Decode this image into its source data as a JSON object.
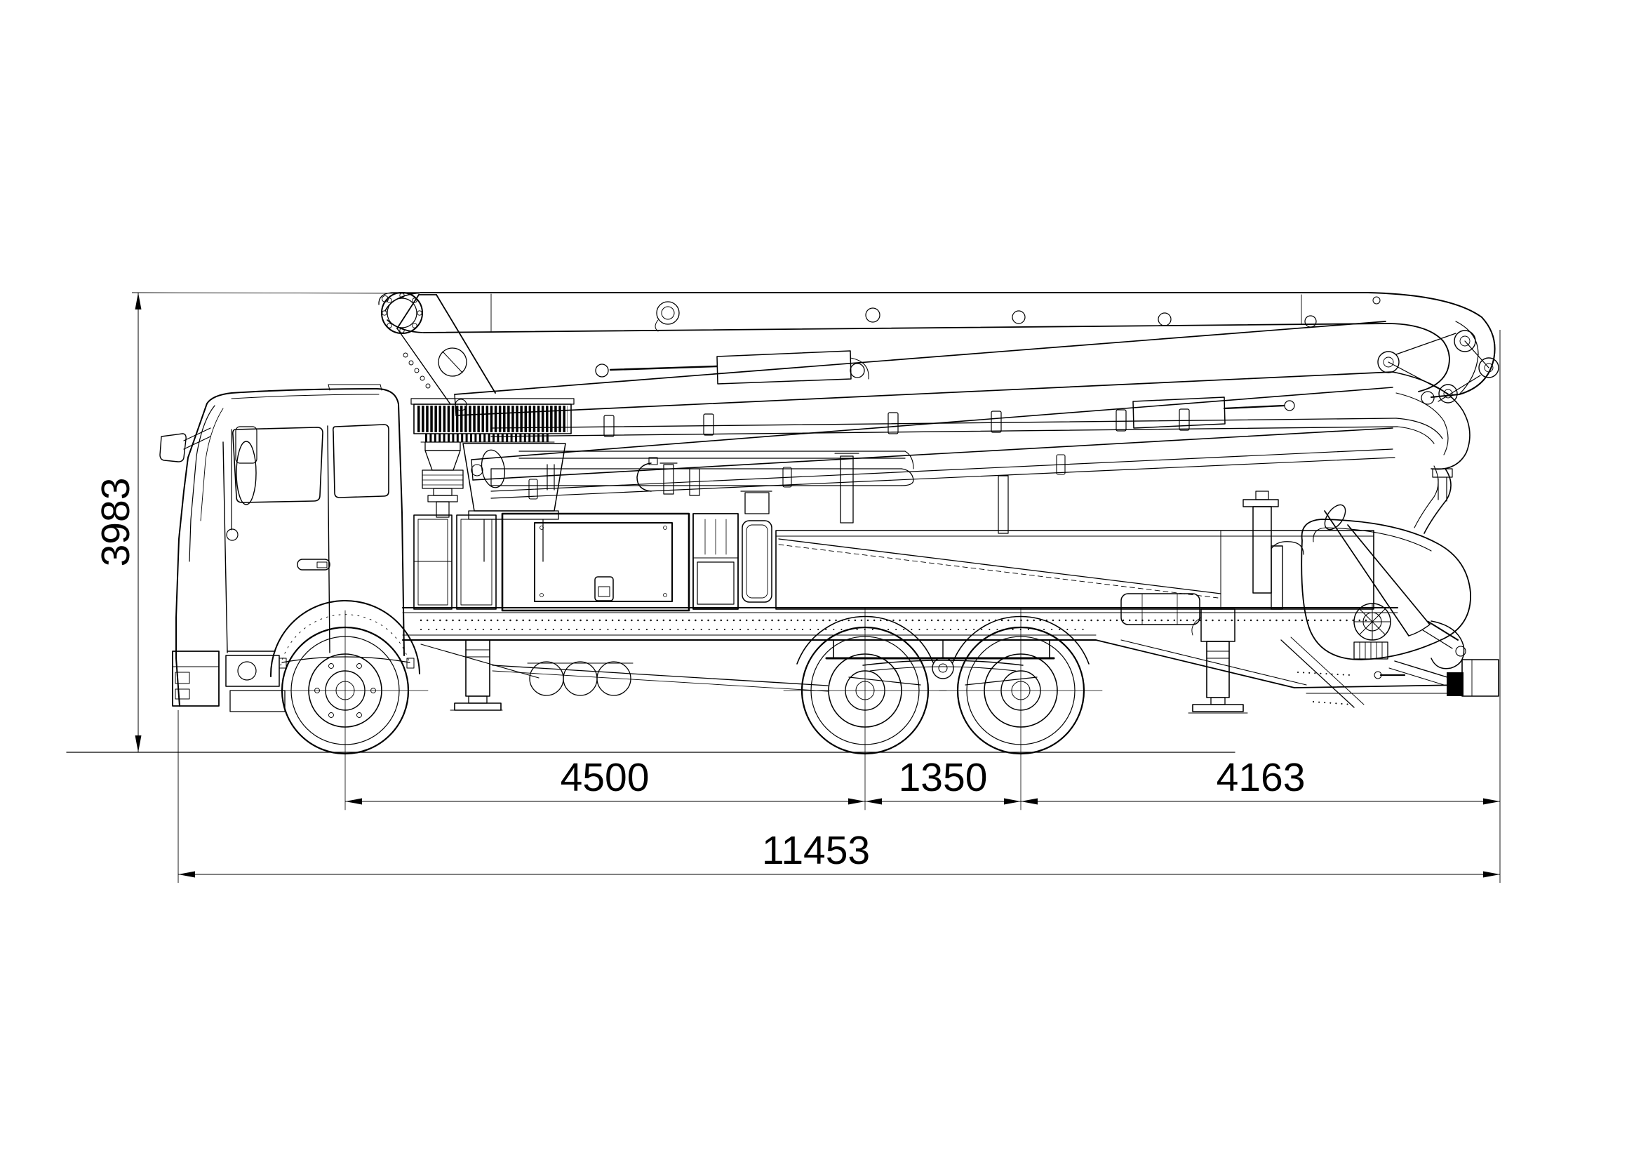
{
  "diagram": {
    "type": "engineering-dimension-drawing",
    "subject": "truck-mounted-concrete-boom-pump-side-elevation",
    "line_color": "#000000",
    "background_color": "#ffffff",
    "dimensions": {
      "overall_height": {
        "value": "3983",
        "orientation": "vertical"
      },
      "front_axle_to_first_rear_axle": {
        "value": "4500",
        "orientation": "horizontal"
      },
      "rear_tandem_spacing": {
        "value": "1350",
        "orientation": "horizontal"
      },
      "second_rear_axle_to_rear_end": {
        "value": "4163",
        "orientation": "horizontal"
      },
      "overall_length": {
        "value": "11453",
        "orientation": "horizontal"
      }
    }
  }
}
